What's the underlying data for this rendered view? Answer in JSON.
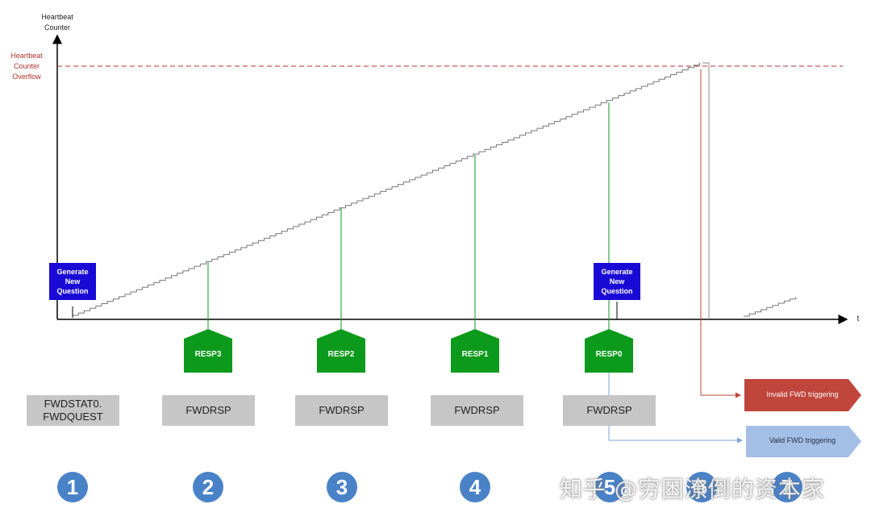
{
  "axes": {
    "y_title": "Heartbeat\nCounter",
    "x_title": "t",
    "overflow_label": "Heartbeat\nCounter\nOverflow"
  },
  "generate_boxes": [
    {
      "label": "Generate\nNew\nQuestion"
    },
    {
      "label": "Generate\nNew\nQuestion"
    }
  ],
  "responses": [
    {
      "label": "RESP3"
    },
    {
      "label": "RESP2"
    },
    {
      "label": "RESP1"
    },
    {
      "label": "RESP0"
    }
  ],
  "registers": [
    {
      "label": "FWDSTAT0.\nFWDQUEST"
    },
    {
      "label": "FWDRSP"
    },
    {
      "label": "FWDRSP"
    },
    {
      "label": "FWDRSP"
    },
    {
      "label": "FWDRSP"
    }
  ],
  "triggers": {
    "invalid": "Invalid FWD triggering",
    "valid": "Valid FWD triggering"
  },
  "steps": [
    "1",
    "2",
    "3",
    "4",
    "5",
    "6",
    "7"
  ],
  "watermark": "知乎 @穷困潦倒的资本家",
  "colors": {
    "generate": "#1a0ad6",
    "response": "#0c9a1c",
    "register": "#c6c6c6",
    "invalid": "#c0453b",
    "valid": "#a3bfe6",
    "overflow_line": "#b0302a",
    "step_circle": "#4a82c8"
  }
}
